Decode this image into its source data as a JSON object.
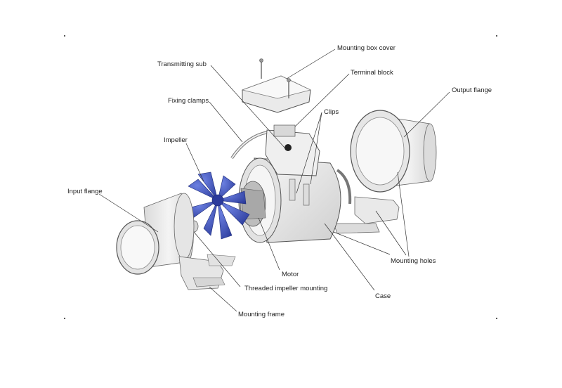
{
  "labels": {
    "mounting_box_cover": "Mounting box cover",
    "transmitting_sub": "Transmitting sub",
    "terminal_block": "Terminal block",
    "fixing_clamps": "Fixing clamps",
    "clips": "Clips",
    "output_flange": "Output flange",
    "impeller": "Impeller",
    "input_flange": "Input flange",
    "mounting_holes": "Mounting holes",
    "motor": "Motor",
    "threaded_impeller_mounting": "Threaded impeller mounting",
    "case": "Case",
    "mounting_frame": "Mounting frame"
  },
  "colors": {
    "impeller": "#3a4fb8",
    "impeller_dark": "#1f2d7a",
    "body": "#ececec",
    "outline": "#555555"
  }
}
